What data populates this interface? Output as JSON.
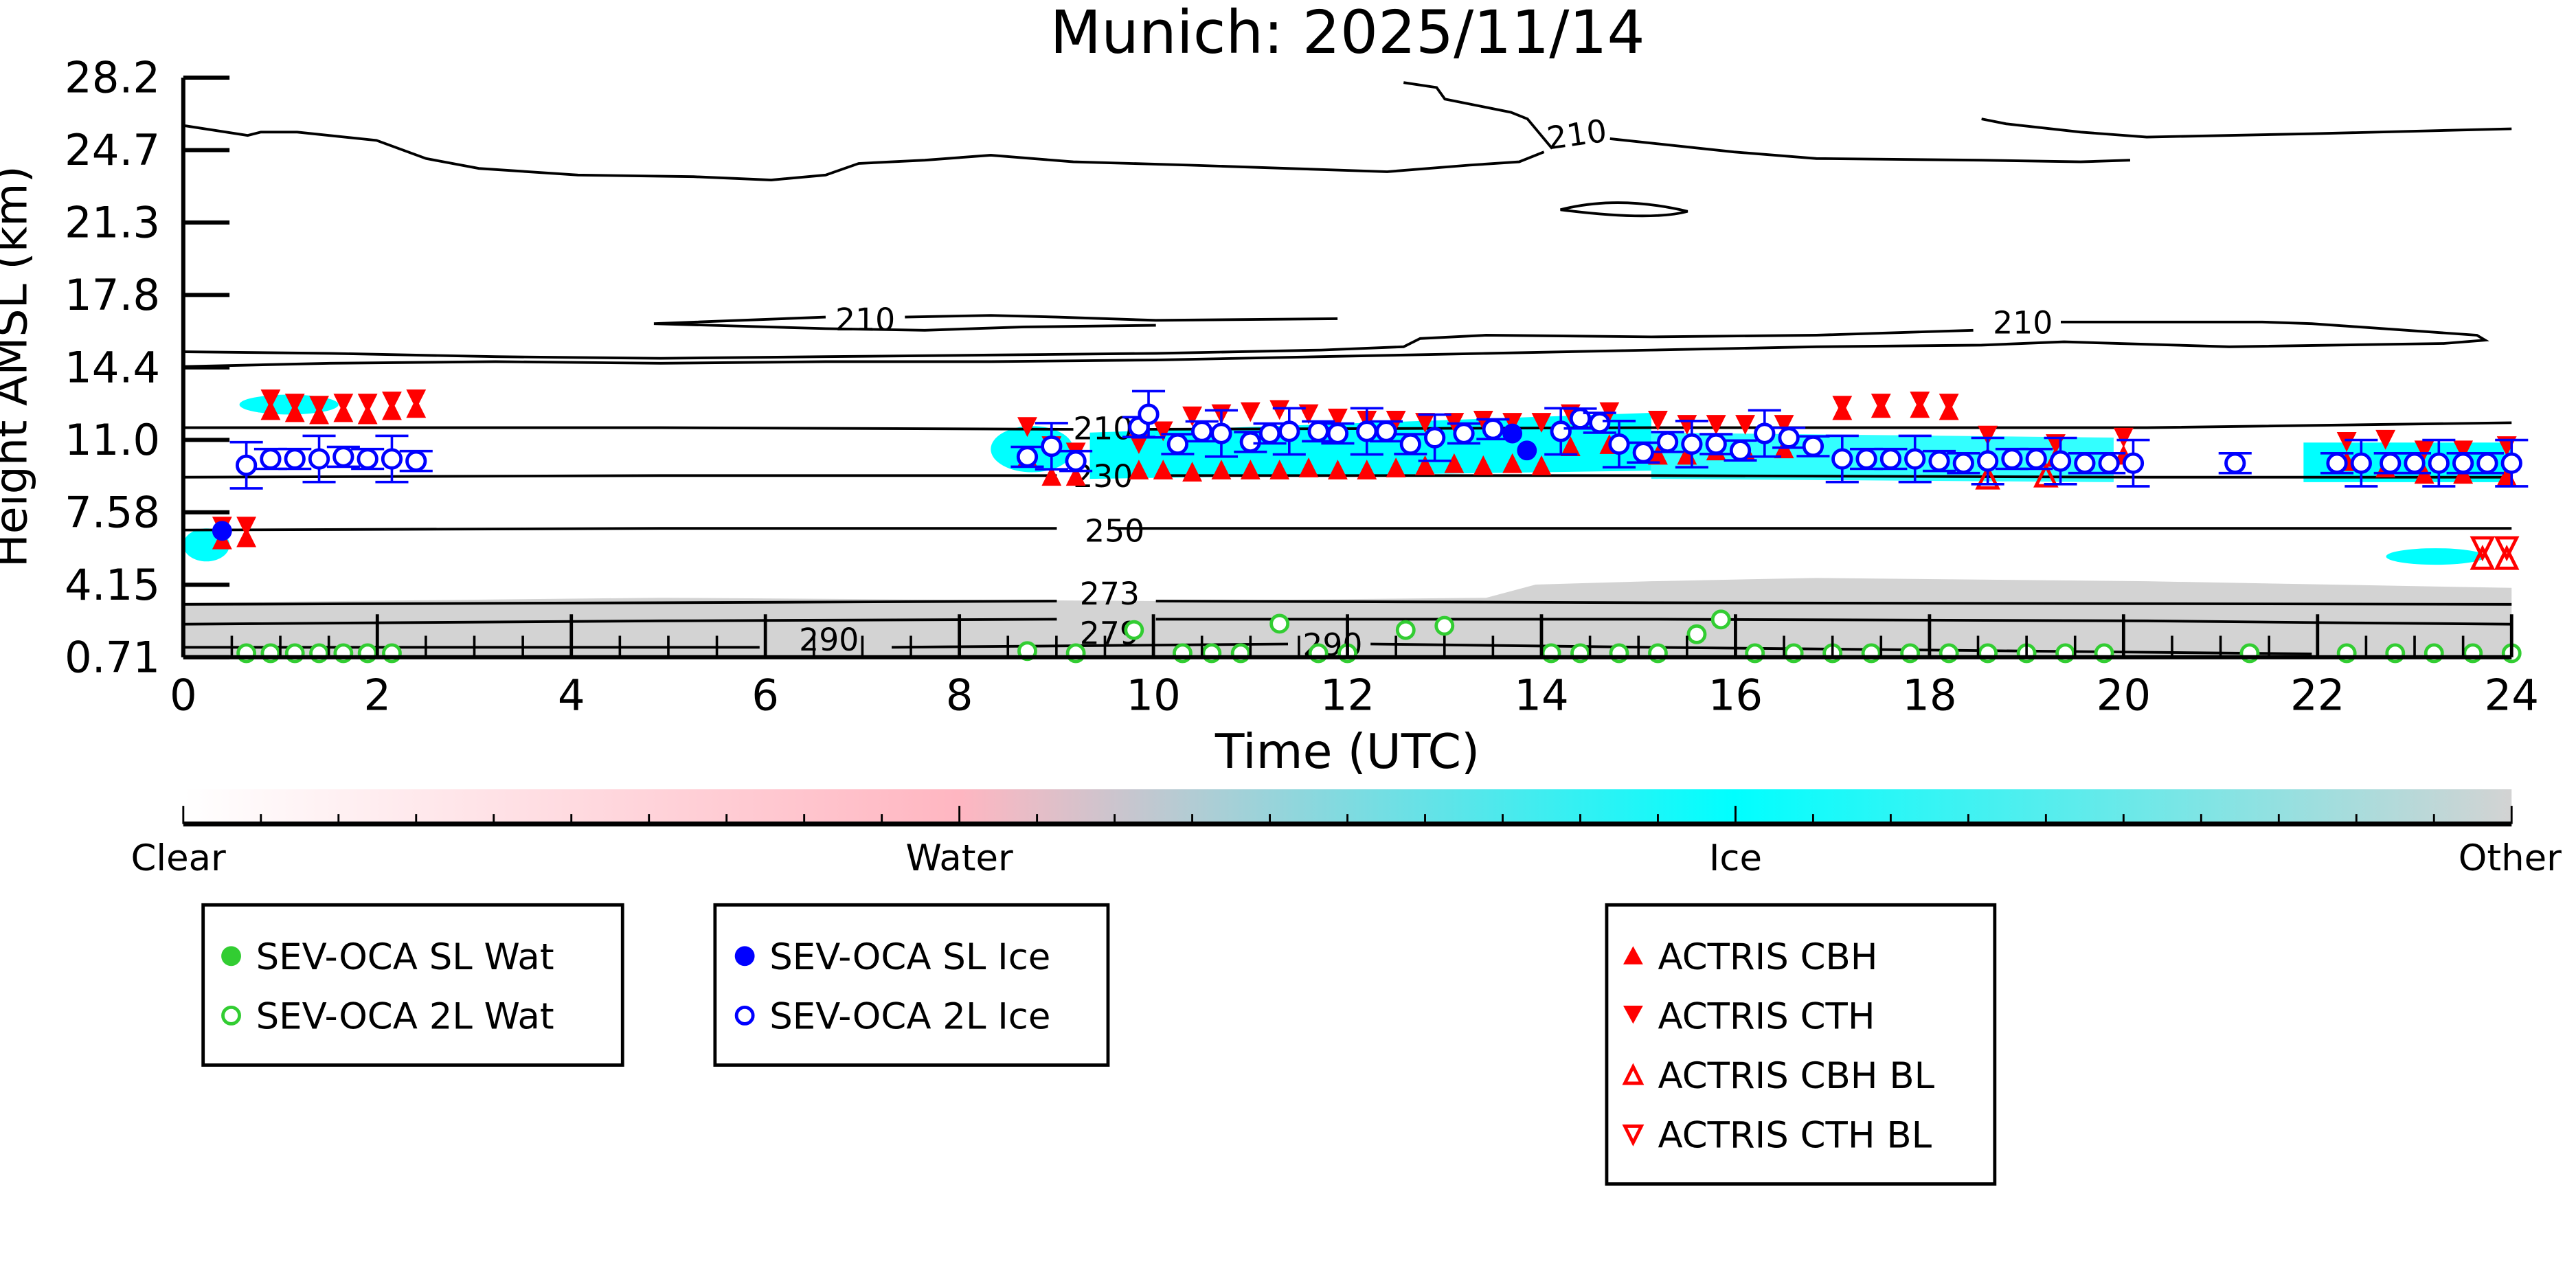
{
  "chart_data": {
    "type": "scatter",
    "title": "Munich: 2025/11/14",
    "xlabel": "Time (UTC)",
    "ylabel": "Height AMSL (km)",
    "xlim": [
      0,
      24
    ],
    "x_ticks": [
      "0",
      "2",
      "4",
      "6",
      "8",
      "10",
      "12",
      "14",
      "16",
      "18",
      "20",
      "22",
      "24"
    ],
    "y_ticks": [
      "28.2",
      "24.7",
      "21.3",
      "17.8",
      "14.4",
      "11.0",
      "7.58",
      "4.15",
      "0.71"
    ],
    "y_tick_values": [
      28.2,
      24.7,
      21.3,
      17.8,
      14.4,
      11.0,
      7.58,
      4.15,
      0.71
    ],
    "contour_labels": [
      "210",
      "210",
      "210",
      "210",
      "230",
      "250",
      "273",
      "279",
      "290",
      "290"
    ],
    "colorbar": {
      "labels": [
        "Clear",
        "Water",
        "Ice",
        "Other"
      ],
      "colors": [
        "#ffffff",
        "#ffb6c1",
        "#00ffff",
        "#d3d3d3"
      ]
    },
    "legends": [
      [
        "SEV-OCA SL Wat",
        "SEV-OCA 2L Wat"
      ],
      [
        "SEV-OCA SL Ice",
        "SEV-OCA 2L Ice"
      ],
      [
        "ACTRIS CBH",
        "ACTRIS CTH",
        "ACTRIS CBH BL",
        "ACTRIS CTH BL"
      ]
    ],
    "series": {
      "sev_oca_2l_ice": [
        [
          0.65,
          9.8
        ],
        [
          0.9,
          10.1
        ],
        [
          1.15,
          10.1
        ],
        [
          1.4,
          10.1
        ],
        [
          1.65,
          10.2
        ],
        [
          1.9,
          10.1
        ],
        [
          2.15,
          10.1
        ],
        [
          2.4,
          10.0
        ],
        [
          8.7,
          10.2
        ],
        [
          8.95,
          10.7
        ],
        [
          9.2,
          10.0
        ],
        [
          9.85,
          11.6
        ],
        [
          9.95,
          12.2
        ],
        [
          10.25,
          10.8
        ],
        [
          10.5,
          11.4
        ],
        [
          10.7,
          11.3
        ],
        [
          11.0,
          10.9
        ],
        [
          11.2,
          11.3
        ],
        [
          11.4,
          11.4
        ],
        [
          11.7,
          11.4
        ],
        [
          11.9,
          11.3
        ],
        [
          12.2,
          11.4
        ],
        [
          12.4,
          11.4
        ],
        [
          12.65,
          10.8
        ],
        [
          12.9,
          11.1
        ],
        [
          13.2,
          11.3
        ],
        [
          13.5,
          11.5
        ],
        [
          14.2,
          11.4
        ],
        [
          14.4,
          12.0
        ],
        [
          14.6,
          11.8
        ],
        [
          14.8,
          10.8
        ],
        [
          15.05,
          10.4
        ],
        [
          15.3,
          10.9
        ],
        [
          15.55,
          10.8
        ],
        [
          15.8,
          10.8
        ],
        [
          16.05,
          10.5
        ],
        [
          16.3,
          11.3
        ],
        [
          16.55,
          11.1
        ],
        [
          16.8,
          10.7
        ],
        [
          17.1,
          10.1
        ],
        [
          17.35,
          10.1
        ],
        [
          17.6,
          10.1
        ],
        [
          17.85,
          10.1
        ],
        [
          18.1,
          10.0
        ],
        [
          18.35,
          9.9
        ],
        [
          18.6,
          10.0
        ],
        [
          18.85,
          10.1
        ],
        [
          19.1,
          10.1
        ],
        [
          19.35,
          10.0
        ],
        [
          19.6,
          9.9
        ],
        [
          19.85,
          9.9
        ],
        [
          20.1,
          9.9
        ],
        [
          21.15,
          9.9
        ],
        [
          22.2,
          9.9
        ],
        [
          22.45,
          9.9
        ],
        [
          22.75,
          9.9
        ],
        [
          23.0,
          9.9
        ],
        [
          23.25,
          9.9
        ],
        [
          23.5,
          9.9
        ],
        [
          23.75,
          9.9
        ],
        [
          24.0,
          9.9
        ]
      ],
      "sev_oca_sl_ice": [
        [
          0.4,
          6.7
        ],
        [
          13.7,
          11.3
        ],
        [
          13.85,
          10.5
        ]
      ],
      "sev_oca_sl_wat": [],
      "sev_oca_2l_wat": [
        [
          0.65,
          0.9
        ],
        [
          0.9,
          0.9
        ],
        [
          1.15,
          0.9
        ],
        [
          1.4,
          0.9
        ],
        [
          1.65,
          0.9
        ],
        [
          1.9,
          0.9
        ],
        [
          2.15,
          0.9
        ],
        [
          8.7,
          1.0
        ],
        [
          9.2,
          0.9
        ],
        [
          9.8,
          2.0
        ],
        [
          10.3,
          0.9
        ],
        [
          10.6,
          0.9
        ],
        [
          10.9,
          0.9
        ],
        [
          11.3,
          2.3
        ],
        [
          11.7,
          0.9
        ],
        [
          12.0,
          0.9
        ],
        [
          12.6,
          2.0
        ],
        [
          13.0,
          2.2
        ],
        [
          14.1,
          0.9
        ],
        [
          14.4,
          0.9
        ],
        [
          14.8,
          0.9
        ],
        [
          15.2,
          0.9
        ],
        [
          15.6,
          1.8
        ],
        [
          15.85,
          2.5
        ],
        [
          16.2,
          0.9
        ],
        [
          16.6,
          0.9
        ],
        [
          17.0,
          0.9
        ],
        [
          17.4,
          0.9
        ],
        [
          17.8,
          0.9
        ],
        [
          18.2,
          0.9
        ],
        [
          18.6,
          0.9
        ],
        [
          19.0,
          0.9
        ],
        [
          19.4,
          0.9
        ],
        [
          19.8,
          0.9
        ],
        [
          21.3,
          0.9
        ],
        [
          22.3,
          0.9
        ],
        [
          22.8,
          0.9
        ],
        [
          23.2,
          0.9
        ],
        [
          23.6,
          0.9
        ],
        [
          24.0,
          0.9
        ]
      ],
      "actris_cbh_cth": [
        [
          0.4,
          6.3,
          6.9
        ],
        [
          0.65,
          6.4,
          6.9
        ],
        [
          0.9,
          12.4,
          12.9
        ],
        [
          1.15,
          12.3,
          12.7
        ],
        [
          1.4,
          12.2,
          12.6
        ],
        [
          1.65,
          12.3,
          12.7
        ],
        [
          1.9,
          12.2,
          12.7
        ],
        [
          2.15,
          12.4,
          12.8
        ],
        [
          2.4,
          12.5,
          12.9
        ],
        [
          8.7,
          10.2,
          11.6
        ],
        [
          8.95,
          9.3,
          10.7
        ],
        [
          9.2,
          9.3,
          10.4
        ],
        [
          9.85,
          9.6,
          10.8
        ],
        [
          10.1,
          9.6,
          11.4
        ],
        [
          10.4,
          9.5,
          12.1
        ],
        [
          10.7,
          9.6,
          12.2
        ],
        [
          11.0,
          9.6,
          12.3
        ],
        [
          11.3,
          9.6,
          12.4
        ],
        [
          11.6,
          9.7,
          12.2
        ],
        [
          11.9,
          9.6,
          12.0
        ],
        [
          12.2,
          9.6,
          11.9
        ],
        [
          12.5,
          9.7,
          11.9
        ],
        [
          12.8,
          9.8,
          11.8
        ],
        [
          13.1,
          9.9,
          11.8
        ],
        [
          13.4,
          9.8,
          11.9
        ],
        [
          13.7,
          9.9,
          11.8
        ],
        [
          14.0,
          9.8,
          11.8
        ],
        [
          14.3,
          10.7,
          12.2
        ],
        [
          14.7,
          10.8,
          12.3
        ],
        [
          15.2,
          10.3,
          11.9
        ],
        [
          15.5,
          10.3,
          11.7
        ],
        [
          15.8,
          10.5,
          11.7
        ],
        [
          16.1,
          10.5,
          11.7
        ],
        [
          16.5,
          10.6,
          11.7
        ],
        [
          17.1,
          12.4,
          12.6
        ],
        [
          17.5,
          12.5,
          12.7
        ],
        [
          17.9,
          12.5,
          12.8
        ],
        [
          18.2,
          12.4,
          12.7
        ],
        [
          18.6,
          10.2,
          11.2
        ],
        [
          19.3,
          10.2,
          10.8
        ],
        [
          20.0,
          10.3,
          11.1
        ],
        [
          22.3,
          10.0,
          10.9
        ],
        [
          22.7,
          9.7,
          11.0
        ],
        [
          23.1,
          9.4,
          10.5
        ],
        [
          23.5,
          9.4,
          10.5
        ],
        [
          23.95,
          9.3,
          10.7
        ]
      ],
      "actris_cbh_bl": [
        [
          18.6,
          9.2
        ],
        [
          19.2,
          9.3
        ],
        [
          23.7,
          5.4
        ],
        [
          23.95,
          5.4
        ]
      ],
      "actris_cth_bl": [
        [
          23.7,
          5.9
        ],
        [
          23.95,
          5.9
        ]
      ]
    }
  }
}
